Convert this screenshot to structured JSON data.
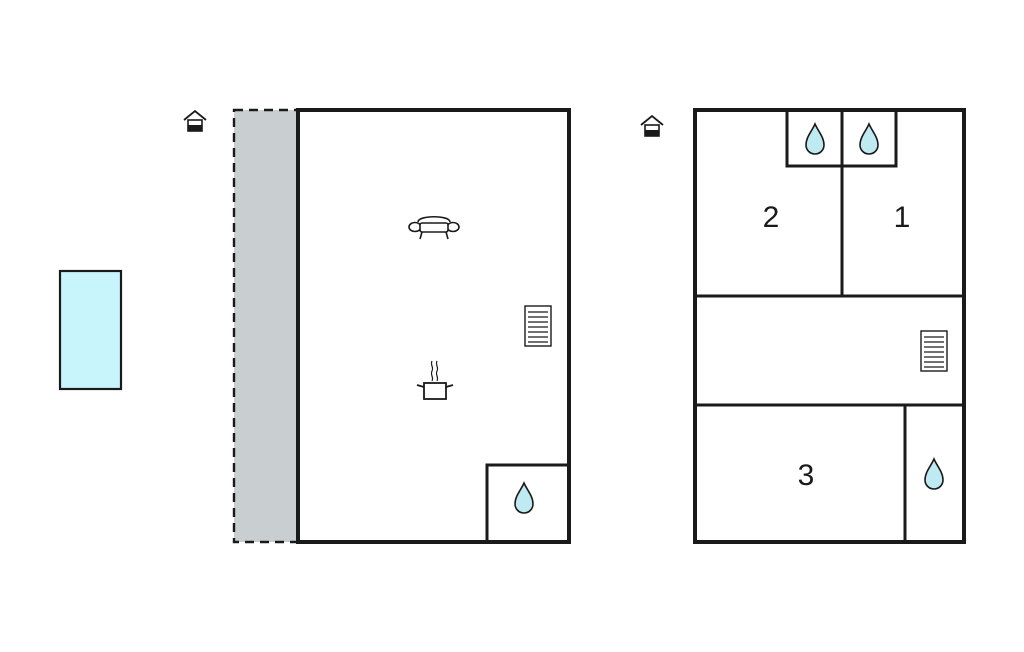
{
  "colors": {
    "wall": "#1a1a1a",
    "terrace": "#c9cfd1",
    "pool": "#c8f4fb",
    "water_drop": "#bfeaf2",
    "background": "#ffffff"
  },
  "icons": {
    "floor_marker": "house-floor-icon",
    "living": "sofa-icon",
    "kitchen": "cooking-pot-icon",
    "stairs": "stairs-icon",
    "bathroom": "water-drop-icon"
  },
  "upper_floor": {
    "rooms": [
      {
        "number": "1"
      },
      {
        "number": "2"
      },
      {
        "number": "3"
      }
    ]
  }
}
